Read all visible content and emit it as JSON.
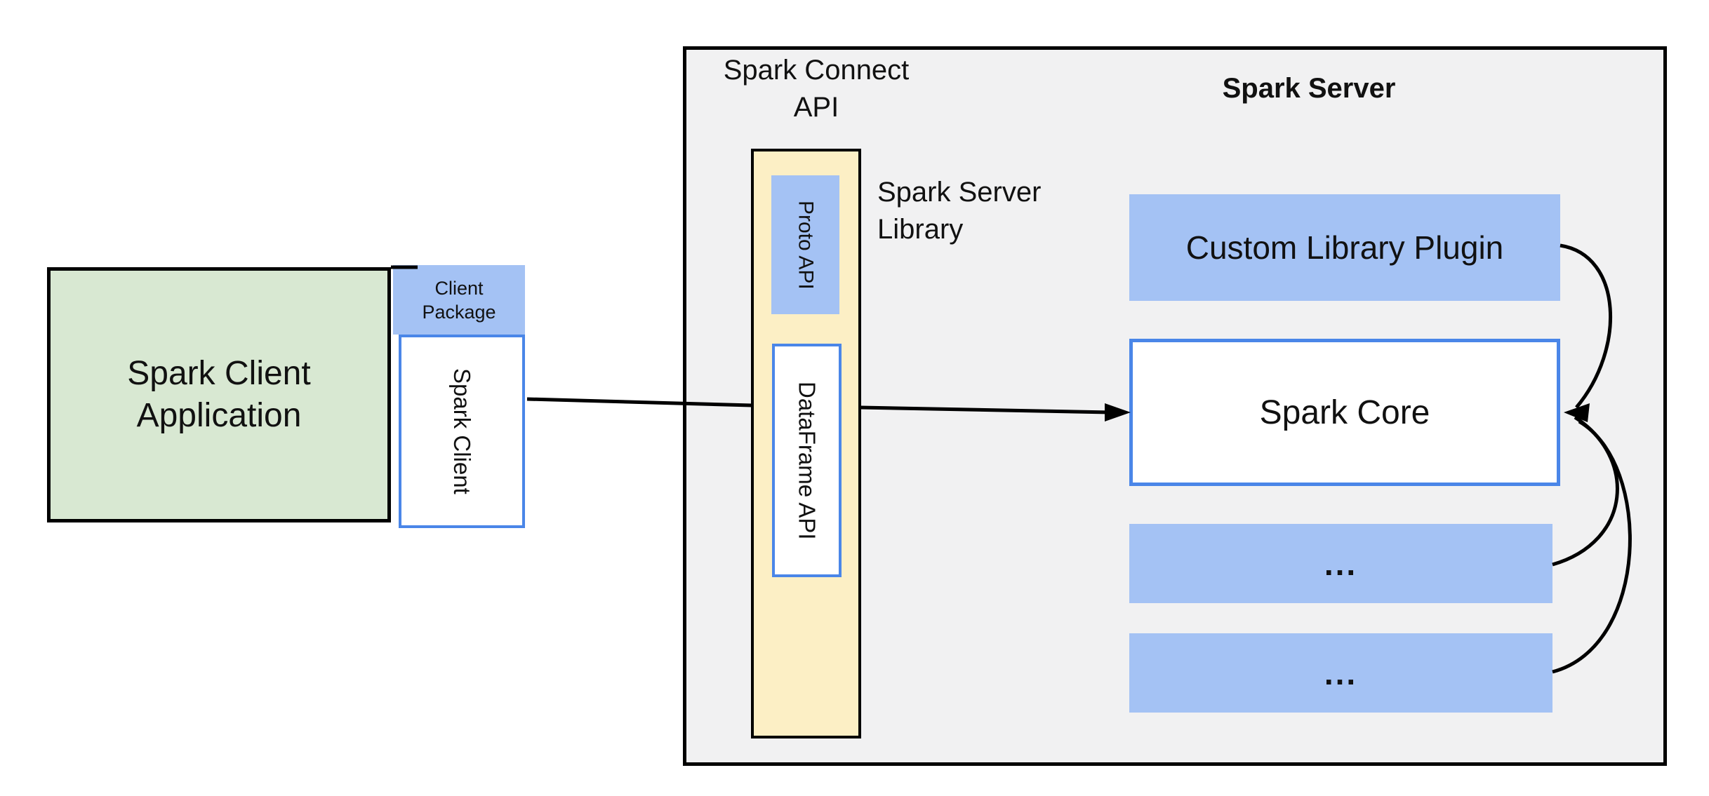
{
  "colors": {
    "background": "#ffffff",
    "container_fill": "#f1f1f2",
    "green_fill": "#d8e8d2",
    "blue_fill": "#a4c2f4",
    "blue_border": "#4a86e8",
    "yellow_fill": "#fcefc5",
    "line": "#000000",
    "text": "#111111"
  },
  "client": {
    "app_label": "Spark Client Application",
    "package_label": "Client Package",
    "client_label": "Spark Client"
  },
  "connect": {
    "api_label": "Spark Connect API",
    "proto_label": "Proto API",
    "dataframe_label": "DataFrame API",
    "library_label": "Spark Server Library"
  },
  "server": {
    "title": "Spark Server",
    "plugin_label": "Custom Library Plugin",
    "core_label": "Spark Core",
    "slot1_label": "...",
    "slot2_label": "..."
  }
}
